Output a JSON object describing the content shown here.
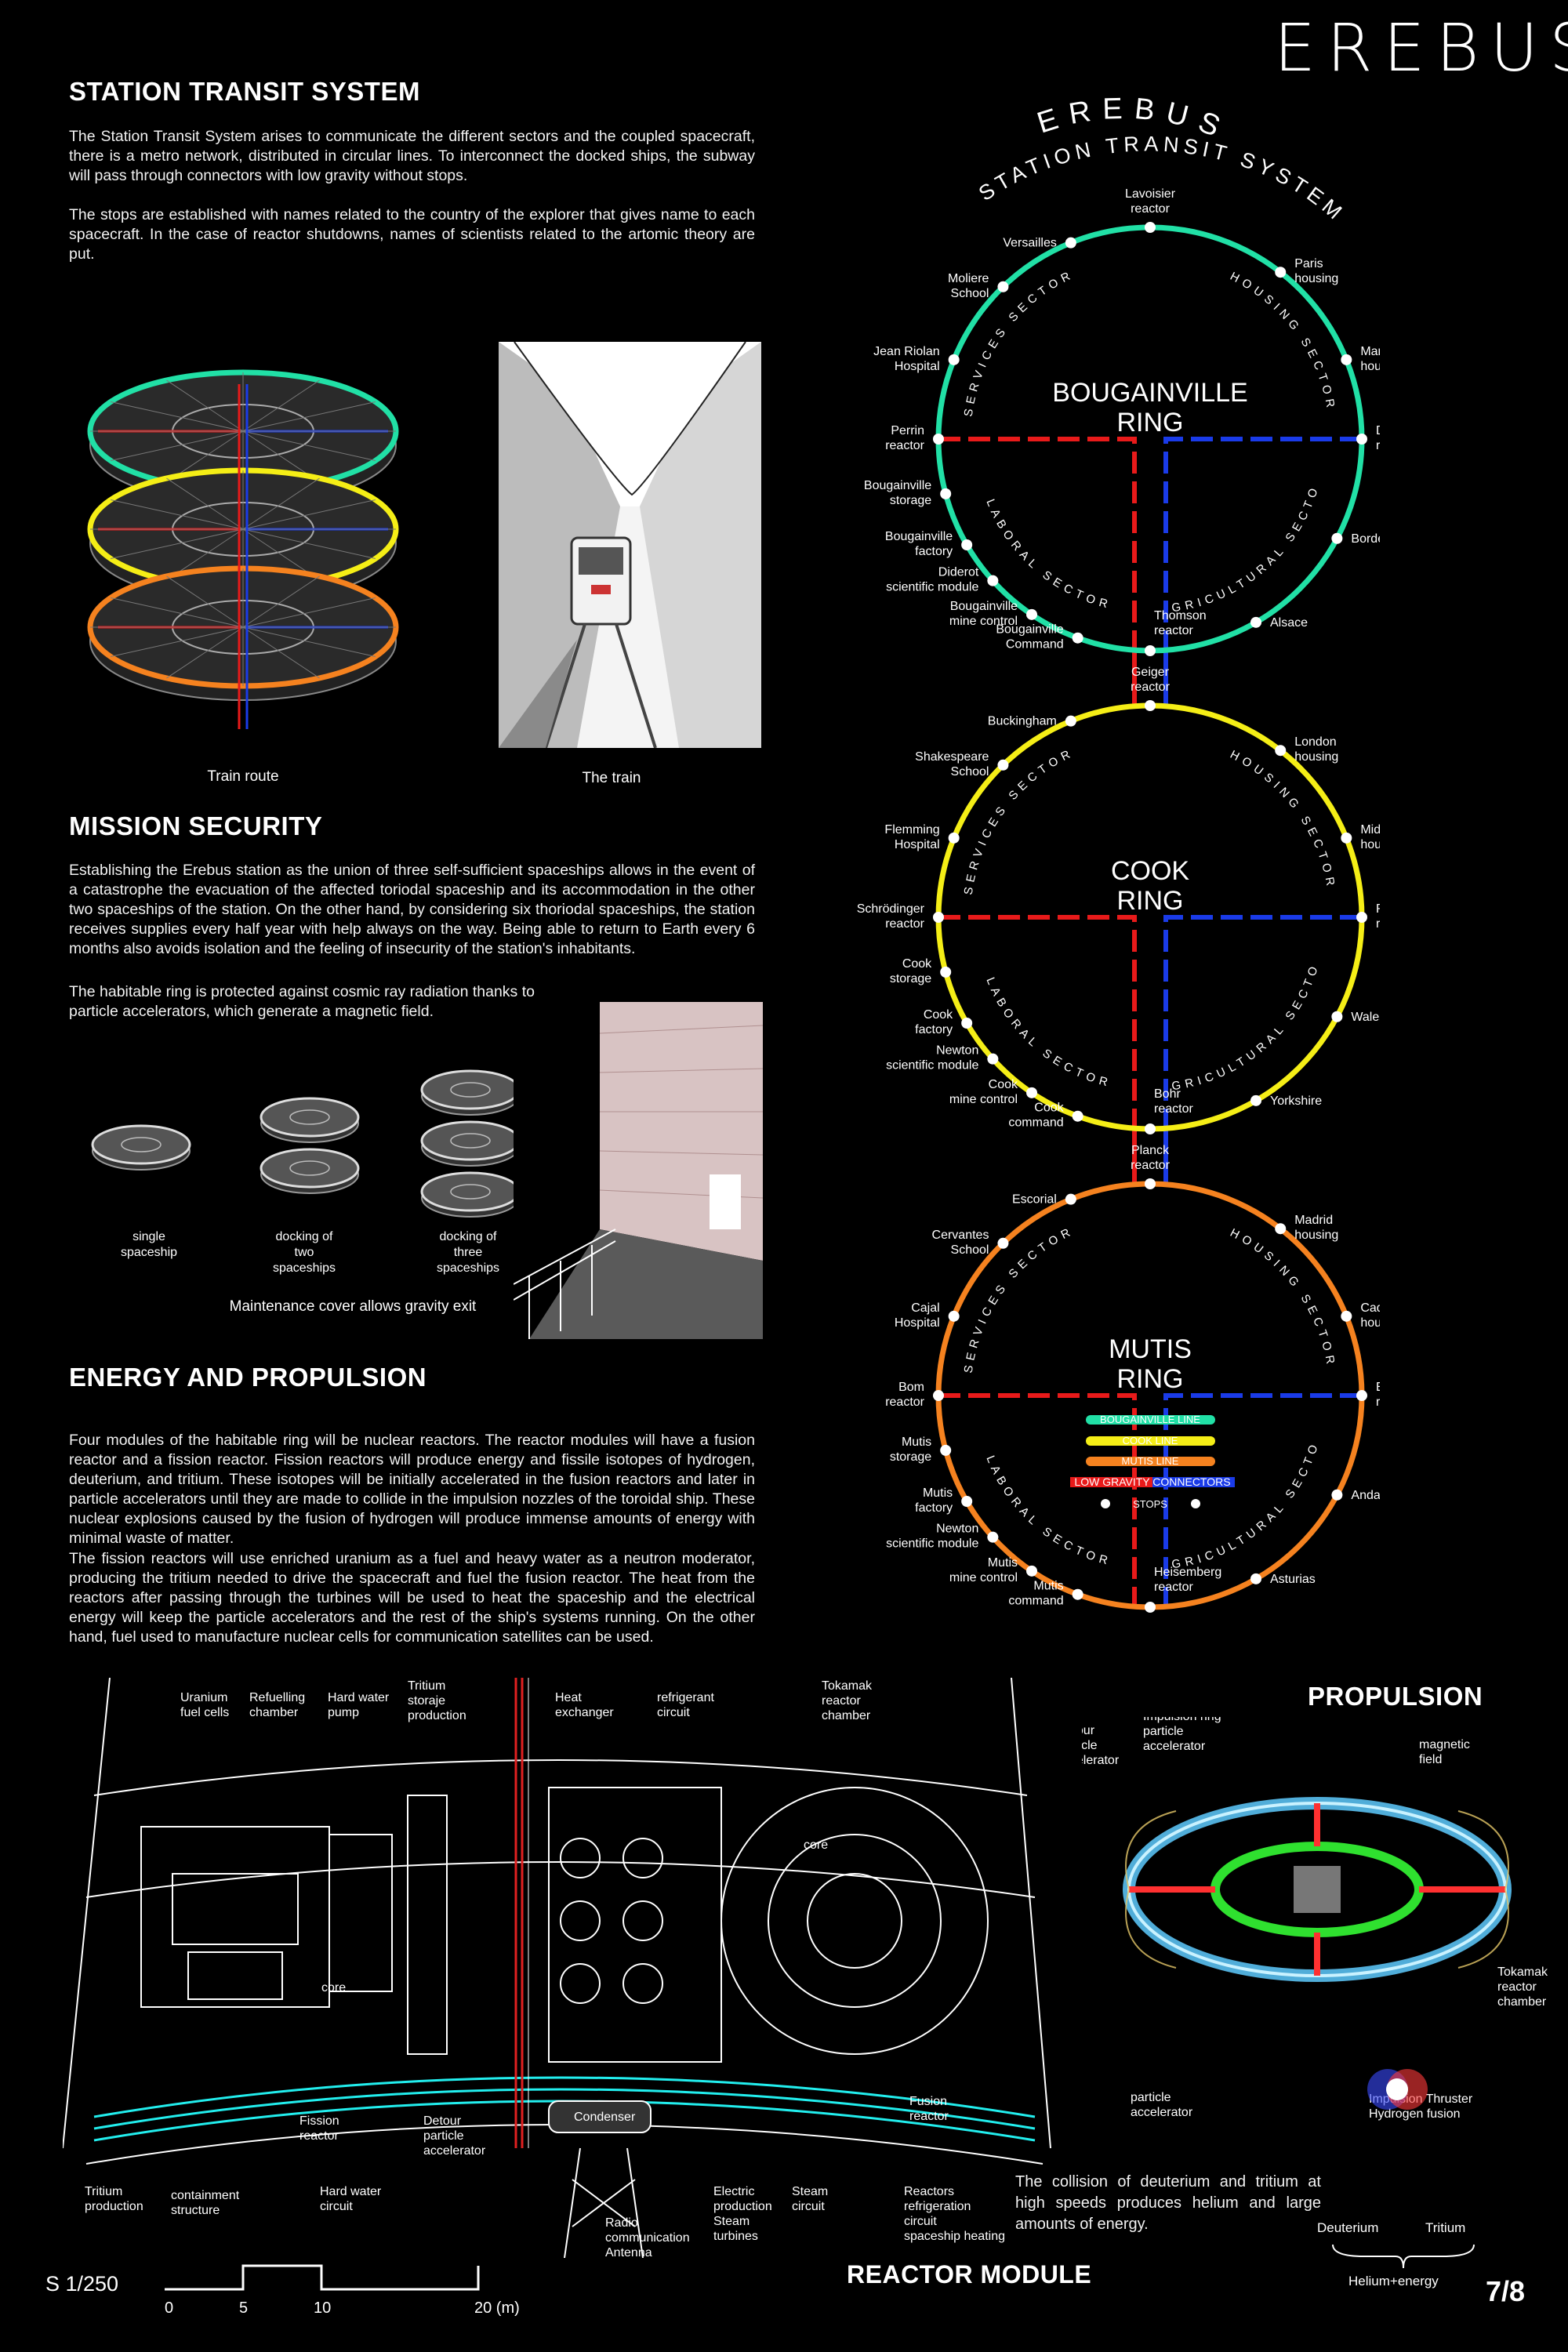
{
  "logo": "EREBUS",
  "page_number": "7/8",
  "transit": {
    "heading": "STATION TRANSIT SYSTEM",
    "p1": "The Station Transit System arises to communicate the different sectors and the coupled spacecraft, there is a metro network, distributed in circular lines. To interconnect the docked ships, the subway will pass through connectors with low gravity without stops.",
    "p2": "The stops are established with names related to the country of the explorer that gives name to each spacecraft. In the case of reactor shutdowns, names of scientists related to the artomic theory are put.",
    "caption_route": "Train route",
    "caption_train": "The train"
  },
  "security": {
    "heading": "MISSION SECURITY",
    "p1": "Establishing the Erebus station as the union of three self-sufficient spaceships allows in the event of a catastrophe the evacuation of the affected toriodal spaceship and its accommodation in the other two spaceships of the station. On the other hand, by considering six thoriodal spaceships, the station receives supplies every half year with help always on the way. Being able to return to Earth every 6 months also avoids isolation and the feeling of insecurity of the station's inhabitants.",
    "p2": "The habitable ring is protected against cosmic ray radiation thanks to particle accelerators, which generate a magnetic field.",
    "cap_single": [
      "single",
      "spaceship"
    ],
    "cap_two": [
      "docking of",
      "two",
      "spaceships"
    ],
    "cap_three": [
      "docking of",
      "three",
      "spaceships"
    ],
    "cap_cover": "Maintenance cover allows gravity exit"
  },
  "energy": {
    "heading": "ENERGY AND PROPULSION",
    "p1": "Four modules of the habitable ring will be nuclear reactors. The reactor modules will have a fusion reactor and a fission reactor. Fission reactors will produce energy and fissile isotopes of hydrogen, deuterium, and tritium. These isotopes will be initially accelerated in the fusion reactors and later in particle accelerators until they are made to collide in the impulsion nozzles of the toroidal ship. These nuclear explosions caused by the fusion of hydrogen will produce immense amounts of energy with minimal waste of matter.",
    "p2": "The fission reactors will use enriched uranium as a fuel and heavy water as a neutron moderator, producing the tritium needed to drive the spacecraft and fuel the fusion reactor. The heat from the reactors after passing through the turbines will be used to heat the spaceship and the electrical energy will keep the particle accelerators and the rest of the ship's systems running. On the other hand, fuel used to manufacture nuclear cells for communication satellites can be used."
  },
  "map": {
    "title_top": "EREBUS",
    "title_arc": "STATION TRANSIT SYSTEM",
    "sectors": {
      "services": "SERVICES SECTOR",
      "housing": "HOUSING SECTOR",
      "laboral": "LABORAL SECTOR",
      "agricultural": "AGRICULTURAL SECTOR"
    },
    "colors": {
      "bougainville": "#21e0a6",
      "cook": "#f5ee16",
      "mutis": "#f5821f",
      "connector_left": "#e81a1a",
      "connector_right": "#1a3be8",
      "stop": "#ffffff"
    },
    "rings": [
      {
        "id": "bougainville",
        "name": [
          "BOUGAINVILLE",
          "RING"
        ],
        "stops": [
          [
            "Lavoisier",
            "reactor"
          ],
          [
            "Paris",
            "housing"
          ],
          [
            "Marselle",
            "housing"
          ],
          [
            "Dalton",
            "reactor"
          ],
          [
            "Bordeaux"
          ],
          [
            "Alsace"
          ],
          [
            "Thomson",
            "reactor"
          ],
          [
            "Bougainville",
            "Command"
          ],
          [
            "Bougainville",
            "mine control"
          ],
          [
            "Diderot",
            "scientific module"
          ],
          [
            "Bougainville",
            "factory"
          ],
          [
            "Bougainville",
            "storage"
          ],
          [
            "Perrin",
            "reactor"
          ],
          [
            "Jean Riolan",
            "Hospital"
          ],
          [
            "Moliere",
            "School"
          ],
          [
            "Versailles"
          ]
        ]
      },
      {
        "id": "cook",
        "name": [
          "COOK",
          "RING"
        ],
        "stops": [
          [
            "Geiger",
            "reactor"
          ],
          [
            "London",
            "housing"
          ],
          [
            "Middlesbrough",
            "housing"
          ],
          [
            "Rutherford",
            "reactor"
          ],
          [
            "Wales"
          ],
          [
            "Yorkshire"
          ],
          [
            "Bohr",
            "reactor"
          ],
          [
            "Cook",
            "command"
          ],
          [
            "Cook",
            "mine control"
          ],
          [
            "Newton",
            "scientific module"
          ],
          [
            "Cook",
            "factory"
          ],
          [
            "Cook",
            "storage"
          ],
          [
            "Schrödinger",
            "reactor"
          ],
          [
            "Flemming",
            "Hospital"
          ],
          [
            "Shakespeare",
            "School"
          ],
          [
            "Buckingham"
          ]
        ]
      },
      {
        "id": "mutis",
        "name": [
          "MUTIS",
          "RING"
        ],
        "stops": [
          [
            "Planck",
            "reactor"
          ],
          [
            "Madrid",
            "housing"
          ],
          [
            "Cadiz",
            "housing"
          ],
          [
            "Einstein",
            "reactor"
          ],
          [
            "Andalucia"
          ],
          [
            "Asturias"
          ],
          [
            "Heisemberg",
            "reactor"
          ],
          [
            "Mutis",
            "command"
          ],
          [
            "Mutis",
            "mine control"
          ],
          [
            "Newton",
            "scientific module"
          ],
          [
            "Mutis",
            "factory"
          ],
          [
            "Mutis",
            "storage"
          ],
          [
            "Bom",
            "reactor"
          ],
          [
            "Cajal",
            "Hospital"
          ],
          [
            "Cervantes",
            "School"
          ],
          [
            "Escorial"
          ]
        ]
      }
    ],
    "legend": {
      "bougainville": "BOUGAINVILLE LINE",
      "cook": "COOK LINE",
      "mutis": "MUTIS LINE",
      "connectors": "LOW GRAVITY CONNECTORS",
      "stops": "STOPS"
    }
  },
  "reactor": {
    "heading": "REACTOR MODULE",
    "scale": "S 1/250",
    "scale_ticks": [
      "0",
      "5",
      "10",
      "20 (m)"
    ],
    "labels": {
      "uranium": [
        "Uranium",
        "fuel cells"
      ],
      "refuelling": [
        "Refuelling",
        "chamber"
      ],
      "hardpump": [
        "Hard water",
        "pump"
      ],
      "tritium_storage": [
        "Tritium",
        "storaje",
        "production"
      ],
      "heatex": [
        "Heat",
        "exchanger"
      ],
      "refrig": [
        "refrigerant",
        "circuit"
      ],
      "tokamak": [
        "Tokamak",
        "reactor",
        "chamber"
      ],
      "core1": "core",
      "core2": "core",
      "fission": [
        "Fission",
        "reactor"
      ],
      "detour": [
        "Detour",
        "particle",
        "accelerator"
      ],
      "condenser": "Condenser",
      "fusion": [
        "Fusion",
        "reactor"
      ],
      "tritium_prod": [
        "Tritium",
        "production"
      ],
      "containment": [
        "containment",
        "structure"
      ],
      "hardcircuit": [
        "Hard water",
        "circuit"
      ],
      "electric": [
        "Electric",
        "production",
        "Steam",
        "turbines"
      ],
      "steam": [
        "Steam",
        "circuit"
      ],
      "reactors_ref": [
        "Reactors",
        "refrigeration",
        "circuit",
        "spaceship heating"
      ],
      "radio": [
        "Radio",
        "communication",
        "Antenna"
      ]
    }
  },
  "propulsion": {
    "heading": "PROPULSION",
    "labels": {
      "detour": [
        "Detour",
        "particle",
        "accelerator"
      ],
      "impulsion_ring": [
        "Impulsion ring",
        "particle",
        "accelerator"
      ],
      "magnetic": [
        "magnetic",
        "field"
      ],
      "tokamak": [
        "Tokamak",
        "reactor",
        "chamber"
      ],
      "particle": [
        "particle",
        "accelerator"
      ],
      "thruster": [
        "Impulsion Thruster",
        "Hydrogen fusion"
      ]
    },
    "text": "The collision of deuterium and tritium at high speeds produces helium and large amounts of energy.",
    "deuterium": "Deuterium",
    "tritium": "Tritium",
    "helium": "Helium+energy"
  }
}
